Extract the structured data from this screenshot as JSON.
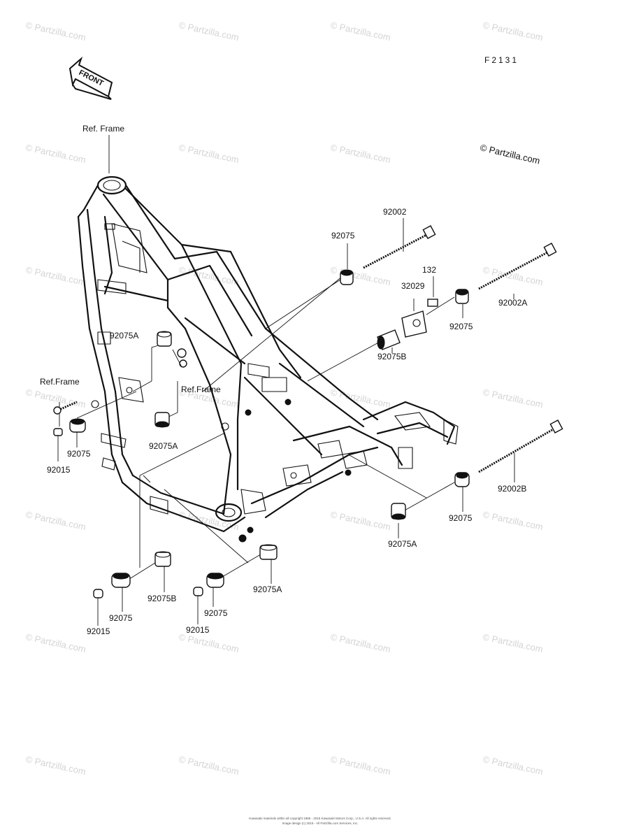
{
  "diagram": {
    "code": "F2131",
    "front_label": "FRONT",
    "copyright": "© Partzilla.com",
    "watermark": "© Partzilla.com",
    "footer_line1": "Kawasaki materials within all copyright 1985 - 2015 Kawasaki Motors Corp., U.S.A. All rights reserved.",
    "footer_line2": "Image design (c) 2015 - All Partzilla.com Services, Inc."
  },
  "labels": {
    "ref_frame_top": "Ref. Frame",
    "ref_frame_left": "Ref.Frame",
    "ref_frame_mid": "Ref.Frame",
    "p92002": "92002",
    "p92002A": "92002A",
    "p92002B": "92002B",
    "p132": "132",
    "p32029": "32029",
    "p92075_a": "92075",
    "p92075_b": "92075",
    "p92075_c": "92075",
    "p92075_d": "92075",
    "p92075_e": "92075",
    "p92075_f": "92075",
    "p92075A_a": "92075A",
    "p92075A_b": "92075A",
    "p92075A_c": "92075A",
    "p92075A_d": "92075A",
    "p92075B_a": "92075B",
    "p92075B_b": "92075B",
    "p92015_a": "92015",
    "p92015_b": "92015",
    "p92015_c": "92015"
  }
}
